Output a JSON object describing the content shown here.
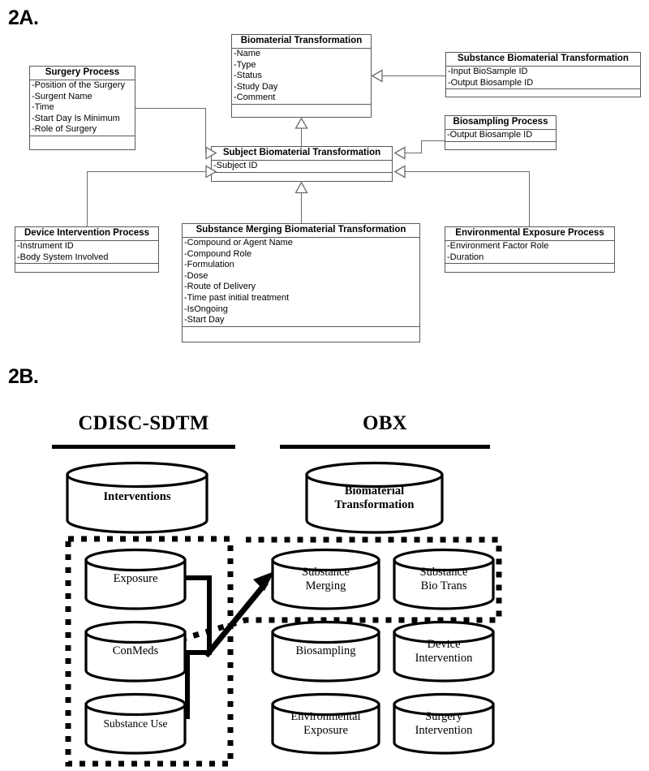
{
  "figure": {
    "panel_a_label": "2A.",
    "panel_b_label": "2B."
  },
  "panel_a": {
    "type": "uml-class-diagram",
    "classes": [
      {
        "id": "surgery-process",
        "title": "Surgery Process",
        "attributes": [
          "Position of the Surgery",
          "Surgent Name",
          "Time",
          "Start Day Is Minimum",
          "Role of Surgery"
        ],
        "operations": []
      },
      {
        "id": "biomaterial-transformation",
        "title": "Biomaterial Transformation",
        "attributes": [
          "Name",
          "Type",
          "Status",
          "Study Day",
          "Comment"
        ],
        "operations": []
      },
      {
        "id": "substance-biomaterial-transformation",
        "title": "Substance Biomaterial Transformation",
        "attributes": [
          "Input BioSample ID",
          "Output Biosample ID"
        ],
        "operations": []
      },
      {
        "id": "biosampling-process",
        "title": "Biosampling Process",
        "attributes": [
          "Output Biosample ID"
        ],
        "operations": []
      },
      {
        "id": "subject-biomaterial-transformation",
        "title": "Subject Biomaterial Transformation",
        "attributes": [
          "Subject ID"
        ],
        "operations": []
      },
      {
        "id": "device-intervention-process",
        "title": "Device Intervention Process",
        "attributes": [
          "Instrument ID",
          "Body System Involved"
        ],
        "operations": []
      },
      {
        "id": "substance-merging-biomaterial-transformation",
        "title": "Substance Merging Biomaterial Transformation",
        "attributes": [
          "Compound or Agent Name",
          "Compound Role",
          "Formulation",
          "Dose",
          "Route of Delivery",
          "Time past initial treatment",
          "IsOngoing",
          "Start Day"
        ],
        "operations": []
      },
      {
        "id": "environmental-exposure-process",
        "title": "Environmental Exposure Process",
        "attributes": [
          "Environment Factor Role",
          "Duration"
        ],
        "operations": []
      }
    ],
    "relations": [
      {
        "from": "substance-biomaterial-transformation",
        "to": "biomaterial-transformation",
        "kind": "generalization"
      },
      {
        "from": "subject-biomaterial-transformation",
        "to": "biomaterial-transformation",
        "kind": "generalization"
      },
      {
        "from": "surgery-process",
        "to": "subject-biomaterial-transformation",
        "kind": "generalization"
      },
      {
        "from": "biosampling-process",
        "to": "subject-biomaterial-transformation",
        "kind": "generalization"
      },
      {
        "from": "device-intervention-process",
        "to": "subject-biomaterial-transformation",
        "kind": "generalization"
      },
      {
        "from": "substance-merging-biomaterial-transformation",
        "to": "subject-biomaterial-transformation",
        "kind": "generalization"
      },
      {
        "from": "environmental-exposure-process",
        "to": "subject-biomaterial-transformation",
        "kind": "generalization"
      }
    ]
  },
  "panel_b": {
    "columns": [
      {
        "id": "cdisc-sdtm",
        "title": "CDISC-SDTM"
      },
      {
        "id": "obx",
        "title": "OBX"
      }
    ],
    "cylinders": [
      {
        "id": "interventions",
        "label": "Interventions",
        "column": "cdisc-sdtm",
        "bold": true
      },
      {
        "id": "biomaterial-transformation",
        "label": "Biomaterial\nTransformation",
        "column": "obx",
        "bold": true
      },
      {
        "id": "exposure",
        "label": "Exposure",
        "column": "cdisc-sdtm",
        "bold": false
      },
      {
        "id": "conmeds",
        "label": "ConMeds",
        "column": "cdisc-sdtm",
        "bold": false
      },
      {
        "id": "substance-use",
        "label": "Substance Use",
        "column": "cdisc-sdtm",
        "bold": false
      },
      {
        "id": "substance-merging",
        "label": "Substance\nMerging",
        "column": "obx",
        "bold": false
      },
      {
        "id": "substance-bio-trans",
        "label": "Substance\nBio Trans",
        "column": "obx",
        "bold": false
      },
      {
        "id": "biosampling",
        "label": "Biosampling",
        "column": "obx",
        "bold": false
      },
      {
        "id": "device-intervention",
        "label": "Device\nIntervention",
        "column": "obx",
        "bold": false
      },
      {
        "id": "environmental-exposure",
        "label": "Environmental\nExposure",
        "column": "obx",
        "bold": false
      },
      {
        "id": "surgery-intervention",
        "label": "Surgery\nIntervention",
        "column": "obx",
        "bold": false
      }
    ],
    "mappings": [
      {
        "from": [
          "exposure",
          "conmeds",
          "substance-use"
        ],
        "to": "substance-merging",
        "style": "thick-arrow"
      }
    ],
    "groups": [
      {
        "id": "sdtm-intervention-group",
        "style": "dotted",
        "members": [
          "exposure",
          "conmeds",
          "substance-use"
        ]
      },
      {
        "id": "obx-substance-group",
        "style": "dotted",
        "members": [
          "substance-merging",
          "substance-bio-trans"
        ]
      }
    ]
  },
  "colors": {
    "uml_stroke": "#595959",
    "connector": "#6b6b6b",
    "ink": "#000000",
    "background": "#ffffff"
  }
}
